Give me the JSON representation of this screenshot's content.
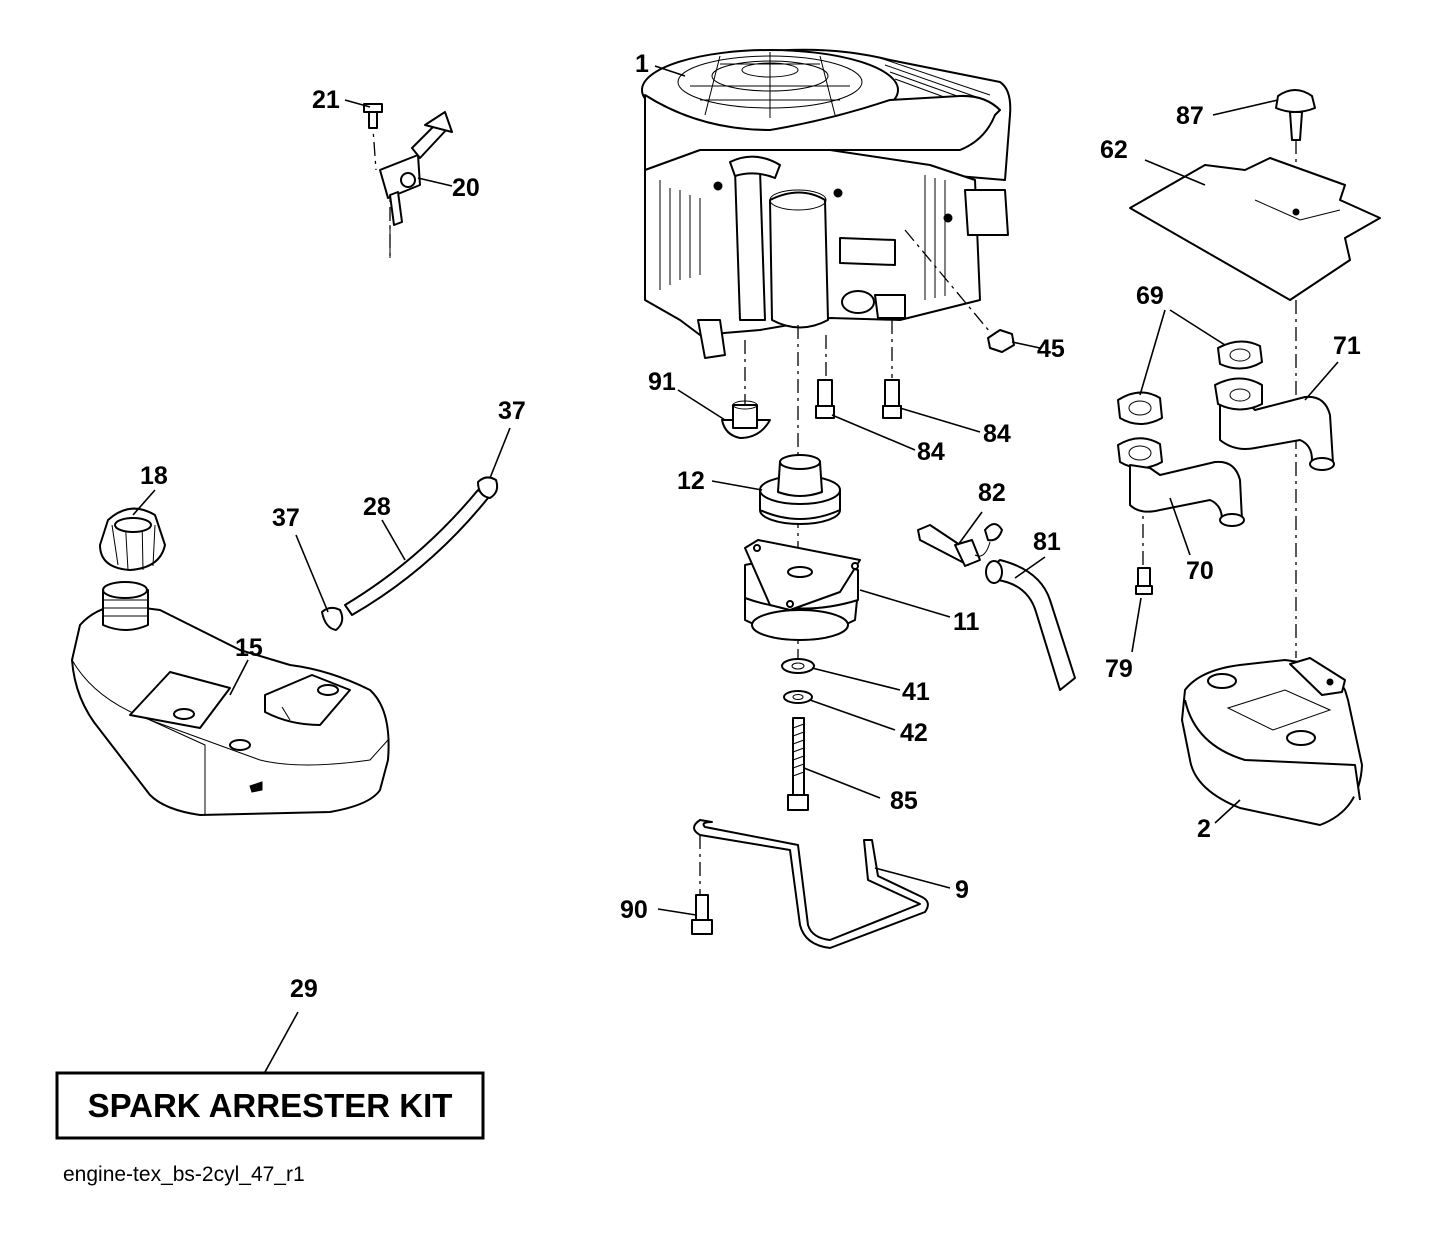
{
  "callouts": [
    {
      "id": "c1",
      "text": "1"
    },
    {
      "id": "c2",
      "text": "2"
    },
    {
      "id": "c9",
      "text": "9"
    },
    {
      "id": "c11",
      "text": "11"
    },
    {
      "id": "c12",
      "text": "12"
    },
    {
      "id": "c15",
      "text": "15"
    },
    {
      "id": "c18",
      "text": "18"
    },
    {
      "id": "c20",
      "text": "20"
    },
    {
      "id": "c21",
      "text": "21"
    },
    {
      "id": "c28",
      "text": "28"
    },
    {
      "id": "c29",
      "text": "29"
    },
    {
      "id": "c37a",
      "text": "37"
    },
    {
      "id": "c37b",
      "text": "37"
    },
    {
      "id": "c41",
      "text": "41"
    },
    {
      "id": "c42",
      "text": "42"
    },
    {
      "id": "c45",
      "text": "45"
    },
    {
      "id": "c62",
      "text": "62"
    },
    {
      "id": "c69",
      "text": "69"
    },
    {
      "id": "c70",
      "text": "70"
    },
    {
      "id": "c71",
      "text": "71"
    },
    {
      "id": "c79",
      "text": "79"
    },
    {
      "id": "c81",
      "text": "81"
    },
    {
      "id": "c82",
      "text": "82"
    },
    {
      "id": "c84a",
      "text": "84"
    },
    {
      "id": "c84b",
      "text": "84"
    },
    {
      "id": "c85",
      "text": "85"
    },
    {
      "id": "c87",
      "text": "87"
    },
    {
      "id": "c90",
      "text": "90"
    },
    {
      "id": "c91",
      "text": "91"
    }
  ],
  "kit_label": "SPARK ARRESTER KIT",
  "file_name": "engine-tex_bs-2cyl_47_r1"
}
